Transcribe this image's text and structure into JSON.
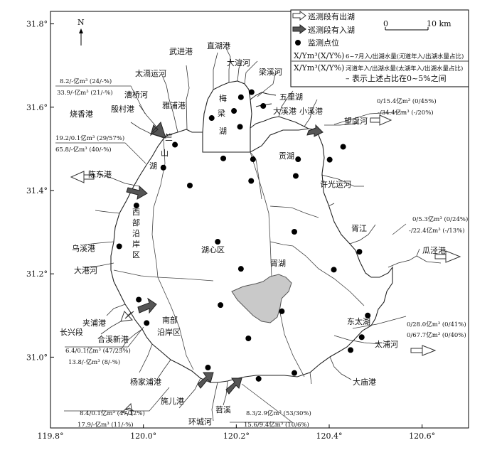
{
  "map": {
    "frame": {
      "lon_min": 119.8,
      "lon_max": 120.7,
      "lat_min": 30.83,
      "lat_max": 31.83
    },
    "x_ticks": [
      {
        "v": 119.8,
        "label": "119.8°"
      },
      {
        "v": 120.0,
        "label": "120.0°"
      },
      {
        "v": 120.2,
        "label": "120.2°"
      },
      {
        "v": 120.4,
        "label": "120.4°"
      },
      {
        "v": 120.6,
        "label": "120.6°"
      }
    ],
    "y_ticks": [
      {
        "v": 31.8,
        "label": "31.8°"
      },
      {
        "v": 31.6,
        "label": "31.6°"
      },
      {
        "v": 31.4,
        "label": "31.4°"
      },
      {
        "v": 31.2,
        "label": "31.2°"
      },
      {
        "v": 31.0,
        "label": "31.0°"
      }
    ],
    "north": "N",
    "scale": {
      "zero": "0",
      "end": "10 km"
    }
  },
  "legend": {
    "outflow": "巡测段有出湖",
    "inflow": "巡测段有入湖",
    "station": "监测点位",
    "formula1_main": "X/Ym³(X/Y%)",
    "formula1_desc": "6~7月入/出湖水量(河道年入/出湖水量占比)",
    "formula2_main": "X/Ym³(X/Y%)",
    "formula2_desc": "河道年入/出湖水量(太湖年入/出湖水量占比)",
    "dash_note": "– 表示上述占比在0~5%之间"
  },
  "places": {
    "wujingang": "武进港",
    "zhihugang": "直湖港",
    "taigehe": "太滆运河",
    "daxuanhe": "大渲河",
    "liangxihe": "梁溪河",
    "caoqiaohe": "漕桥河",
    "wulihu": "五里湖",
    "yindicun": "殷村港",
    "yapugang": "雅浦港",
    "daxigang": "大溪港",
    "xiaoxigang": "小溪港",
    "wangyuhe": "望虞河",
    "shaoxianggang": "烧香港",
    "chenshan1": "竺",
    "chenshan2": "山",
    "chenshan3": "湖",
    "meiliang1": "梅",
    "meiliang2": "梁",
    "meiliang3": "湖",
    "gonghu": "贡湖",
    "chendonggang": "陈东港",
    "xuguangyunhe": "许光运河",
    "xibu1": "西",
    "xibu2": "部",
    "xibu3": "沿",
    "xibu4": "岸",
    "xibu5": "区",
    "xujiang": "胥江",
    "wuxigang": "乌溪港",
    "huxinqu": "湖心区",
    "guajinggang": "瓜泾港",
    "dagangke": "大港河",
    "xuhu": "胥湖",
    "jiapugang": "夹浦港",
    "nanbu1": "南部",
    "nanbu2": "沿岸区",
    "changxingduan": "长兴段",
    "hexixingang": "合溪新港",
    "dongtaihu": "东太湖",
    "taipuhe": "太浦河",
    "yangjiapugang": "杨家浦港",
    "damiaogang": "大庙港",
    "xuergang": "旄儿港",
    "tiaoxi": "苕溪",
    "huanchenghe": "环城河"
  },
  "values": {
    "v1a": "8.2/-亿m³ (24/-%)",
    "v1b": "33.9/-亿m³ (21/-%)",
    "v2a": "0/15.4亿m³ (0/45%)",
    "v2b": "-/34.4亿m³ (-/20%)",
    "v3a": "19.2/0.1亿m³ (29/57%)",
    "v3b": "65.8/-亿m³ (40/-%)",
    "v4a": "0/5.3亿m³ (0/24%)",
    "v4b": "-/22.4亿m³ (-/13%)",
    "v5a": "0/28.0亿m³ (0/41%)",
    "v5b": "0/67.7亿m³ (0/40%)",
    "v6a": "6.4/0.1亿m³ (47/25%)",
    "v6b": "13.8/-亿m³ (8/-%)",
    "v7a": "8.4/0.1亿m³ (47/12%)",
    "v7b": "17.9/-亿m³ (11/-%)",
    "v8a": "8.3/2.9亿m³ (53/30%)",
    "v8b": "15.6/9.4亿m³ (10/6%)"
  },
  "stations": [
    {
      "lon": 120.068,
      "lat": 31.51
    },
    {
      "lon": 120.043,
      "lat": 31.455
    },
    {
      "lon": 120.147,
      "lat": 31.574
    },
    {
      "lon": 120.195,
      "lat": 31.591
    },
    {
      "lon": 120.21,
      "lat": 31.624
    },
    {
      "lon": 120.233,
      "lat": 31.636
    },
    {
      "lon": 120.258,
      "lat": 31.603
    },
    {
      "lon": 120.208,
      "lat": 31.553
    },
    {
      "lon": 120.172,
      "lat": 31.477
    },
    {
      "lon": 120.236,
      "lat": 31.475
    },
    {
      "lon": 120.333,
      "lat": 31.475
    },
    {
      "lon": 120.401,
      "lat": 31.474
    },
    {
      "lon": 120.43,
      "lat": 31.505
    },
    {
      "lon": 120.1,
      "lat": 31.412
    },
    {
      "lon": 120.232,
      "lat": 31.423
    },
    {
      "lon": 120.328,
      "lat": 31.435
    },
    {
      "lon": 119.985,
      "lat": 31.364
    },
    {
      "lon": 119.948,
      "lat": 31.266
    },
    {
      "lon": 120.16,
      "lat": 31.277
    },
    {
      "lon": 120.325,
      "lat": 31.301
    },
    {
      "lon": 120.21,
      "lat": 31.212
    },
    {
      "lon": 120.41,
      "lat": 31.21
    },
    {
      "lon": 120.465,
      "lat": 31.253
    },
    {
      "lon": 119.99,
      "lat": 31.138
    },
    {
      "lon": 120.166,
      "lat": 31.125
    },
    {
      "lon": 120.007,
      "lat": 31.082
    },
    {
      "lon": 120.298,
      "lat": 31.11
    },
    {
      "lon": 120.483,
      "lat": 31.1
    },
    {
      "lon": 120.47,
      "lat": 31.048
    },
    {
      "lon": 120.226,
      "lat": 31.045
    },
    {
      "lon": 120.446,
      "lat": 31.017
    },
    {
      "lon": 120.139,
      "lat": 30.975
    },
    {
      "lon": 120.325,
      "lat": 30.962
    },
    {
      "lon": 120.248,
      "lat": 30.948
    }
  ]
}
